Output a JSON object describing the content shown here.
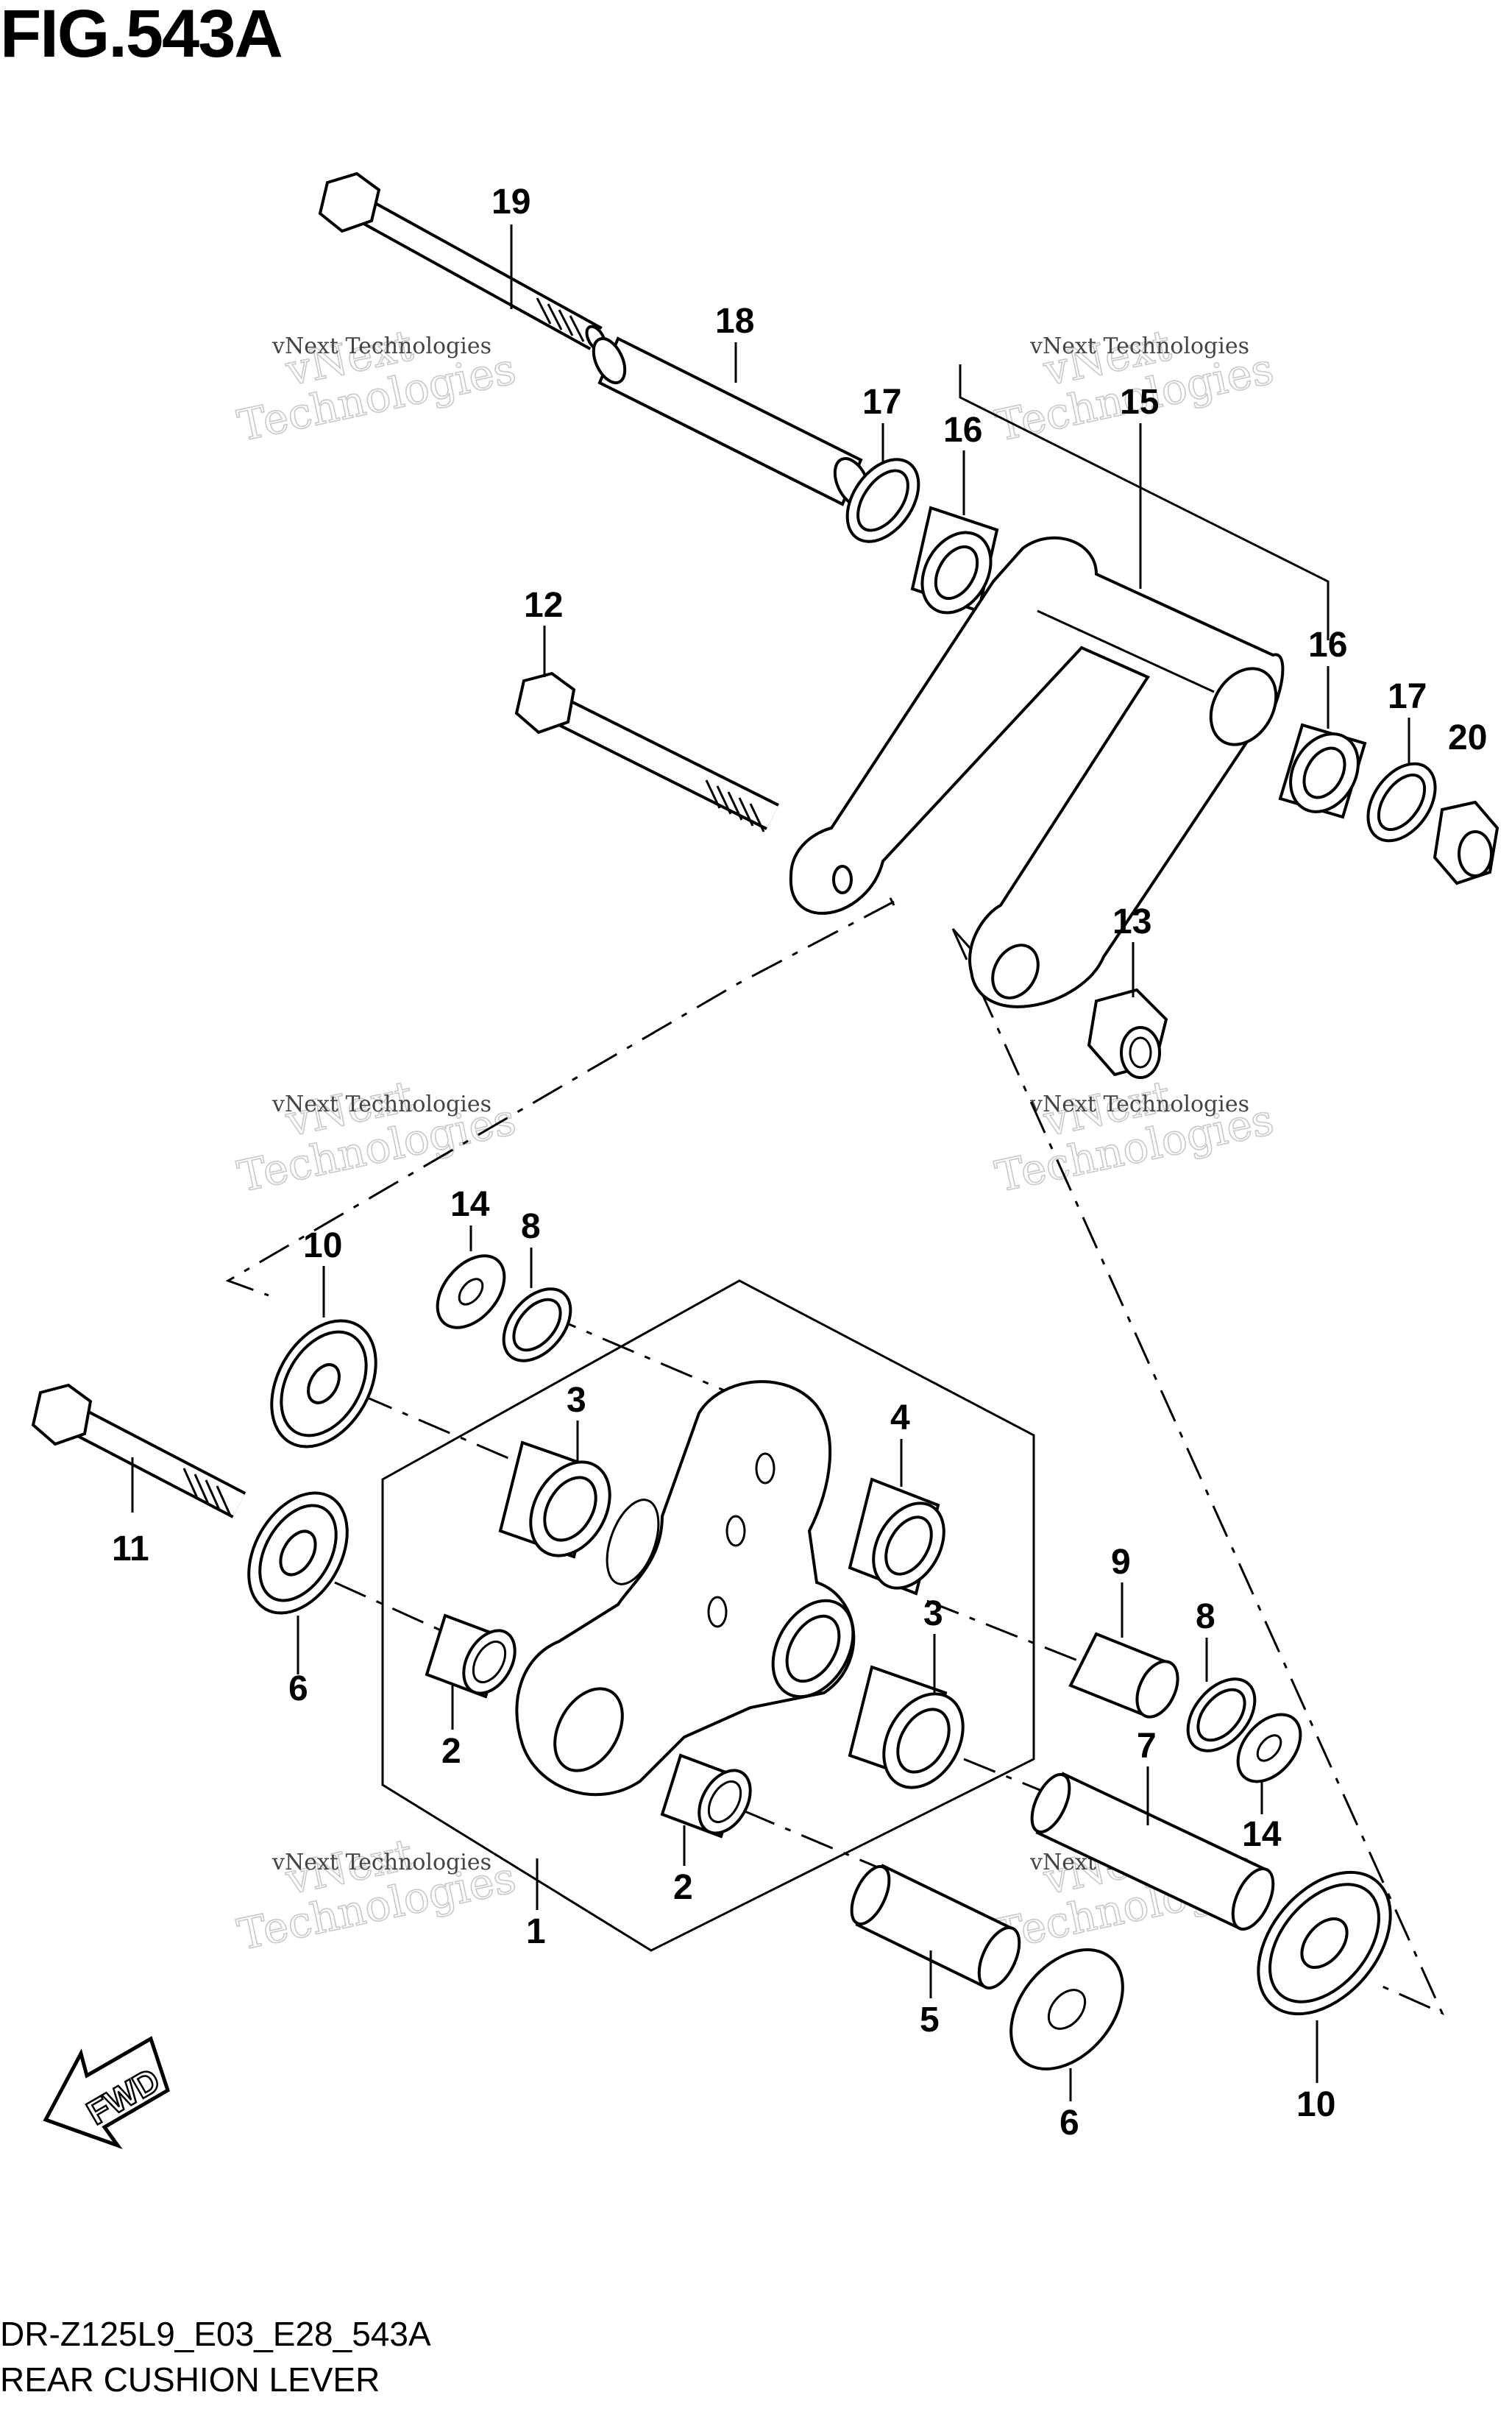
{
  "figure": {
    "title": "FIG.543A",
    "model_code": "DR-Z125L9_E03_E28_543A",
    "name": "REAR CUSHION LEVER",
    "fwd_label": "FWD"
  },
  "watermark": {
    "small": "vNext Technologies",
    "large_top": "vNext",
    "large_bottom": "Technologies"
  },
  "callouts": [
    {
      "id": "c19",
      "label": "19"
    },
    {
      "id": "c18",
      "label": "18"
    },
    {
      "id": "c17a",
      "label": "17"
    },
    {
      "id": "c16a",
      "label": "16"
    },
    {
      "id": "c15",
      "label": "15"
    },
    {
      "id": "c12",
      "label": "12"
    },
    {
      "id": "c16b",
      "label": "16"
    },
    {
      "id": "c17b",
      "label": "17"
    },
    {
      "id": "c20",
      "label": "20"
    },
    {
      "id": "c13",
      "label": "13"
    },
    {
      "id": "c14a",
      "label": "14"
    },
    {
      "id": "c8a",
      "label": "8"
    },
    {
      "id": "c10a",
      "label": "10"
    },
    {
      "id": "c3a",
      "label": "3"
    },
    {
      "id": "c4",
      "label": "4"
    },
    {
      "id": "c11",
      "label": "11"
    },
    {
      "id": "c9",
      "label": "9"
    },
    {
      "id": "c8b",
      "label": "8"
    },
    {
      "id": "c6a",
      "label": "6"
    },
    {
      "id": "c3b",
      "label": "3"
    },
    {
      "id": "c2a",
      "label": "2"
    },
    {
      "id": "c7",
      "label": "7"
    },
    {
      "id": "c14b",
      "label": "14"
    },
    {
      "id": "c1",
      "label": "1"
    },
    {
      "id": "c2b",
      "label": "2"
    },
    {
      "id": "c5",
      "label": "5"
    },
    {
      "id": "c6b",
      "label": "6"
    },
    {
      "id": "c10b",
      "label": "10"
    }
  ]
}
